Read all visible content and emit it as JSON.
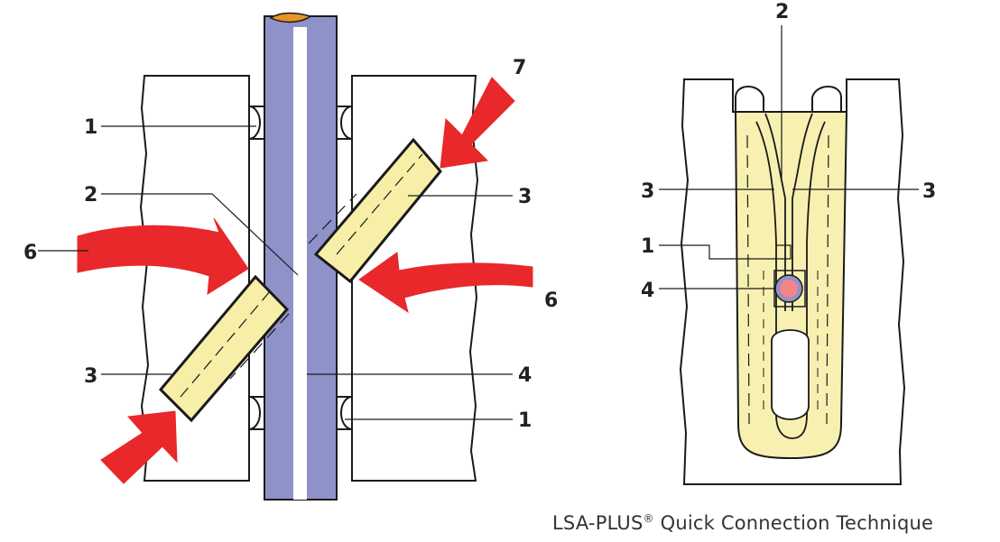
{
  "colors": {
    "wire": "#8f92c8",
    "wire_highlight": "#ffffff",
    "wire_tip": "#e8932a",
    "contact": "#f7efa8",
    "arrow": "#e8282b",
    "outline": "#1a1a1a",
    "housing": "#ffffff",
    "slot_fill": "#f7f0b0",
    "conductor_core": "#f28585",
    "conductor_insulation": "#8f92c8"
  },
  "left_diagram": {
    "callouts": {
      "c1_top": "1",
      "c2": "2",
      "c3_right": "3",
      "c6_left": "6",
      "c6_right": "6",
      "c7": "7",
      "c3_left": "3",
      "c4": "4",
      "c1_bottom": "1"
    }
  },
  "right_diagram": {
    "callouts": {
      "c2": "2",
      "c3_left": "3",
      "c3_right": "3",
      "c1": "1",
      "c4": "4"
    }
  },
  "caption": {
    "brand": "LSA-PLUS",
    "registered": "®",
    "text": " Quick Connection Technique"
  }
}
